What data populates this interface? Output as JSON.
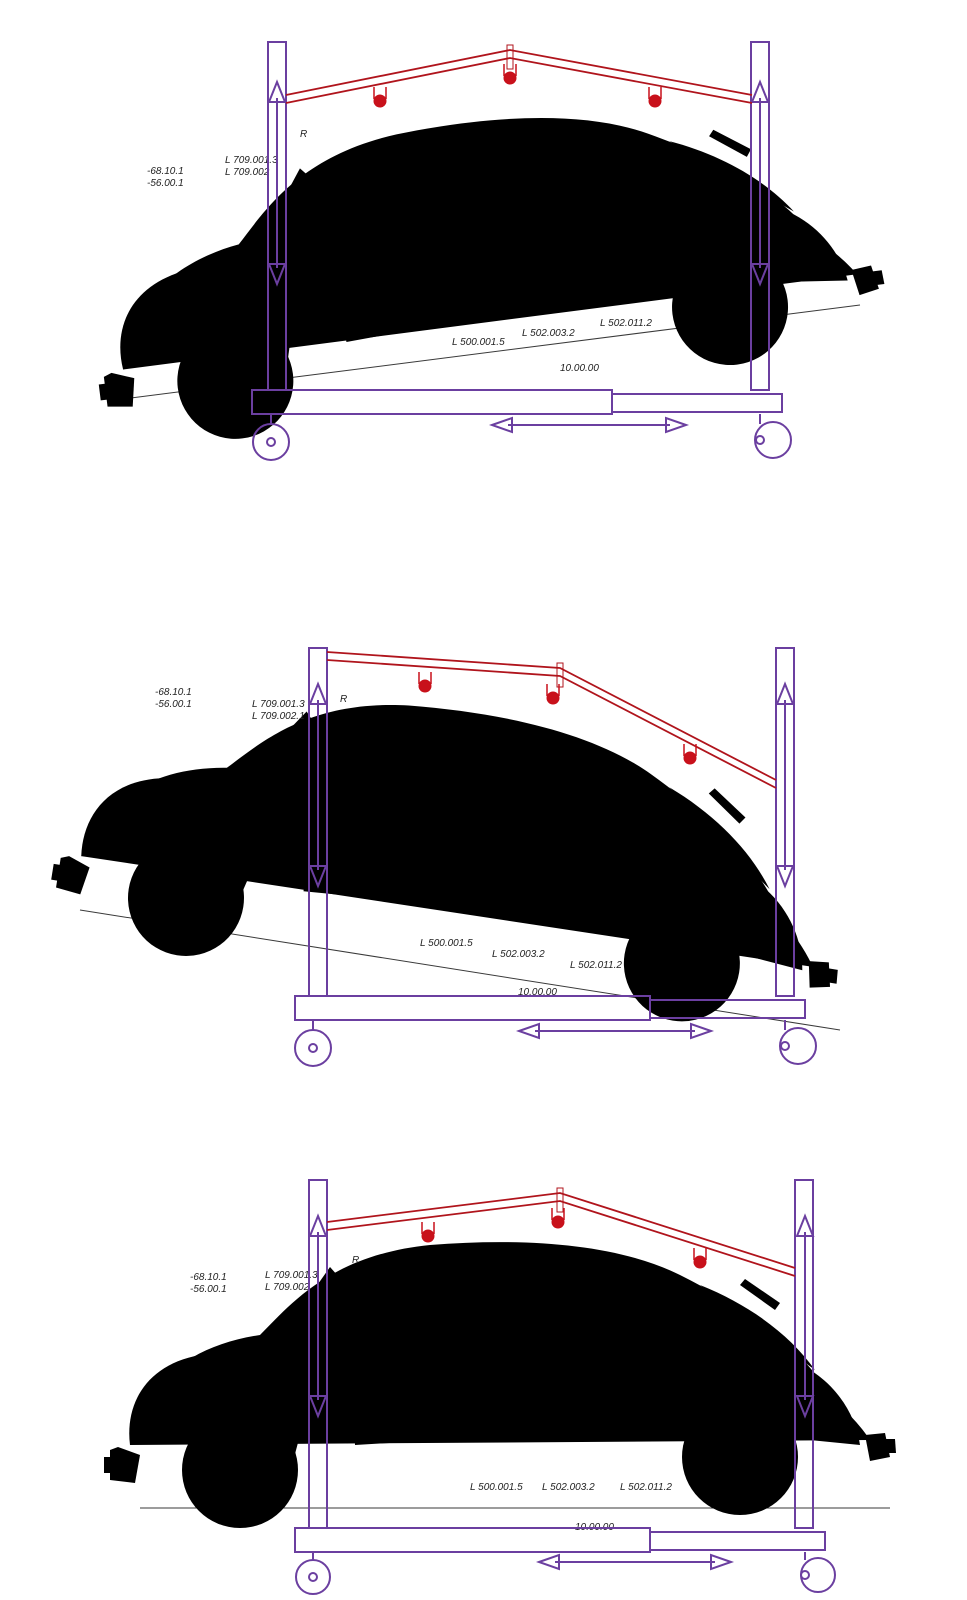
{
  "colors": {
    "frame": "#6b3fa0",
    "cable": "#b0141c",
    "hook": "#c8111b",
    "drawing": "#3a3a3a"
  },
  "panels": [
    {
      "name": "panel-level",
      "labels": {
        "ref_a1": "-68.10.1",
        "ref_a2": "-56.00.1",
        "ref_b1": "L 709.001.3",
        "ref_b2": "L 709.002",
        "part_1": "L 500.001.5",
        "part_2": "L 502.003.2",
        "part_3": "L 502.011.2",
        "dim": "10.00.00",
        "marker_r": "R"
      }
    },
    {
      "name": "panel-tilt-forward",
      "labels": {
        "ref_a1": "-68.10.1",
        "ref_a2": "-56.00.1",
        "ref_b1": "L 709.001.3",
        "ref_b2": "L 709.002.1",
        "part_1": "L 500.001.5",
        "part_2": "L 502.003.2",
        "part_3": "L 502.011.2",
        "dim": "10.00.00",
        "marker_r": "R"
      }
    },
    {
      "name": "panel-tilt-back",
      "labels": {
        "ref_a1": "-68.10.1",
        "ref_a2": "-56.00.1",
        "ref_b1": "L 709.001.3",
        "ref_b2": "L 709.002",
        "part_1": "L 500.001.5",
        "part_2": "L 502.003.2",
        "part_3": "L 502.011.2",
        "dim": "10.00.00",
        "marker_r": "R"
      }
    }
  ]
}
